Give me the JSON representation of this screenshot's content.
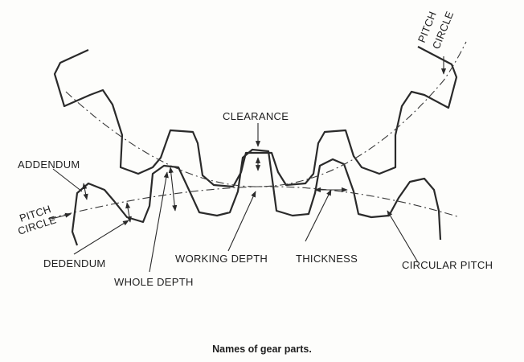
{
  "labels": {
    "clearance": "CLEARANCE",
    "addendum": "ADDENDUM",
    "pitch_circle_left_line1": "PITCH",
    "pitch_circle_left_line2": "CIRCLE",
    "pitch_circle_right_line1": "PITCH",
    "pitch_circle_right_line2": "CIRCLE",
    "dedendum": "DEDENDUM",
    "whole_depth": "WHOLE DEPTH",
    "working_depth": "WORKING DEPTH",
    "thickness": "THICKNESS",
    "circular_pitch": "CIRCULAR PITCH"
  },
  "caption": "Names of gear parts."
}
